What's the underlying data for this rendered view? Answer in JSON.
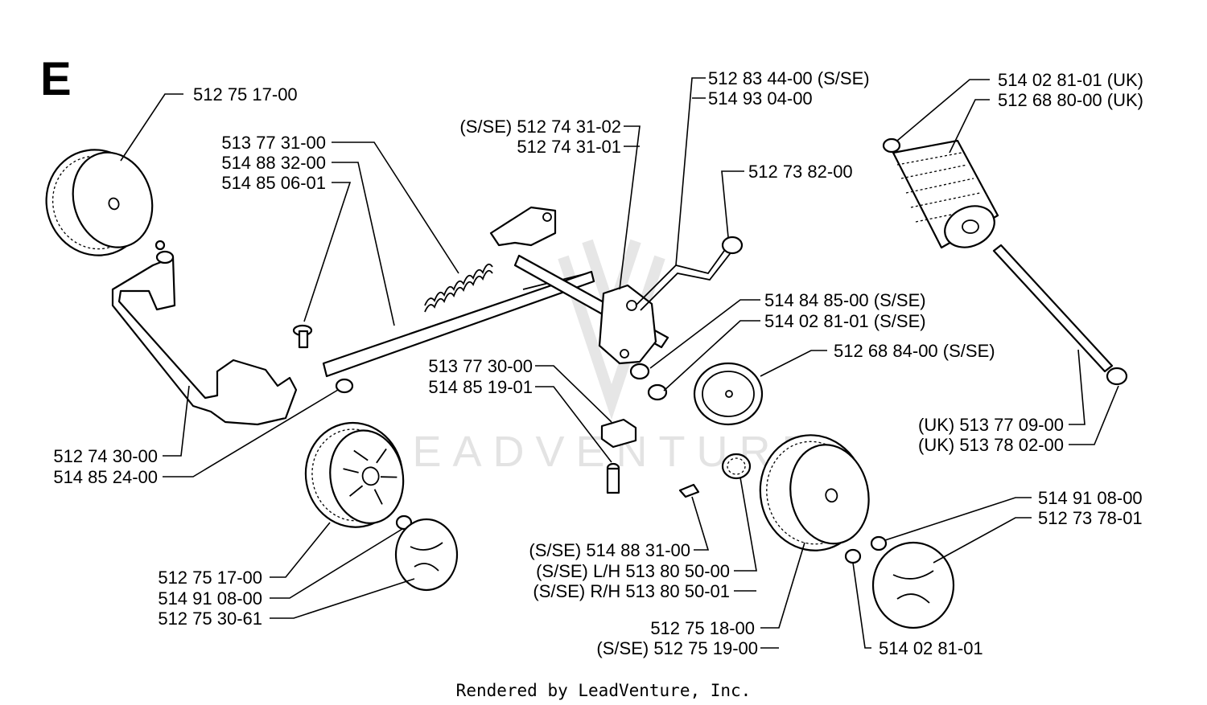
{
  "section_letter": "E",
  "watermark": "LEADVENTURE",
  "credit": "Rendered by LeadVenture, Inc.",
  "labels": {
    "l_5127517_top": "512 75 17-00",
    "l_5137731": "513 77 31-00",
    "l_5148832": "514 88 32-00",
    "l_5148506": "514 85 06-01",
    "l_5127431_02": "(S/SE) 512 74 31-02",
    "l_5127431_01": "512 74 31-01",
    "l_5128344": "512 83 44-00 (S/SE)",
    "l_5149304": "514 93 04-00",
    "l_5127382": "512 73 82-00",
    "l_5140281_uk": "514 02 81-01 (UK)",
    "l_5126880_uk": "512 68 80-00 (UK)",
    "l_5148485": "514 84 85-00 (S/SE)",
    "l_5140281_sse": "514 02 81-01 (S/SE)",
    "l_5126884": "512 68 84-00 (S/SE)",
    "l_5137730": "513 77 30-00",
    "l_5148519": "514 85 19-01",
    "l_5137709_uk": "(UK) 513 77 09-00",
    "l_5137802_uk": "(UK) 513 78 02-00",
    "l_5127430": "512 74 30-00",
    "l_5148524": "514 85 24-00",
    "l_5149108_right": "514 91 08-00",
    "l_5127378": "512 73 78-01",
    "l_5148831": "(S/SE) 514 88 31-00",
    "l_5138050_lh": "(S/SE) L/H 513 80 50-00",
    "l_5138050_rh": "(S/SE) R/H 513 80 50-01",
    "l_5127517_bottom": "512 75 17-00",
    "l_5149108_left": "514 91 08-00",
    "l_5127530": "512 75 30-61",
    "l_5127518": "512 75 18-00",
    "l_5127519": "(S/SE) 512 75 19-00",
    "l_5140281_bottom": "514 02 81-01"
  }
}
